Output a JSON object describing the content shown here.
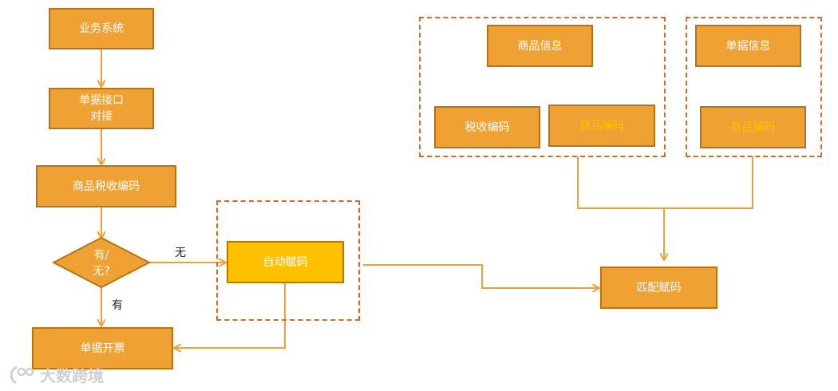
{
  "nodes": {
    "business_system": "业务系统",
    "doc_interface_line1": "单据接口",
    "doc_interface_line2": "对接",
    "product_tax_code": "商品税收编码",
    "decision_line1": "有/",
    "decision_line2": "无?",
    "doc_invoice": "单据开票",
    "auto_assign": "自动赋码",
    "product_info": "商品信息",
    "tax_code": "税收编码",
    "product_code_a": "商品编码",
    "doc_info": "单据信息",
    "product_code_b": "商品编码",
    "match_assign": "匹配赋码"
  },
  "edges": {
    "none_label": "无",
    "has_label": "有"
  },
  "watermark": {
    "text": "大数跨境"
  },
  "colors": {
    "box_fill": "#F0A133",
    "box_border": "#B57416",
    "auto_fill": "#FFC000",
    "dashed_group": "#D76B2A",
    "connector": "#F0A133"
  }
}
